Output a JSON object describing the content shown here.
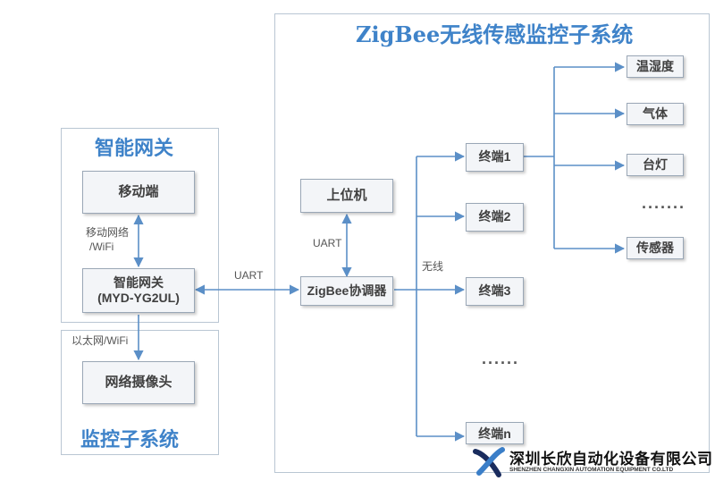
{
  "zigbee_panel": {
    "title": "ZigBee无线传感监控子系统"
  },
  "gateway_panel": {
    "title": "智能网关"
  },
  "monitor_panel": {
    "title": "监控子系统"
  },
  "nodes": {
    "mobile": "移动端",
    "gateway_line1": "智能网关",
    "gateway_line2": "(MYD-YG2UL)",
    "camera": "网络摄像头",
    "host": "上位机",
    "coordinator": "ZigBee协调器",
    "terminal1": "终端1",
    "terminal2": "终端2",
    "terminal3": "终端3",
    "terminaln": "终端n",
    "sensor_temp": "温湿度",
    "sensor_gas": "气体",
    "sensor_lamp": "台灯",
    "sensor_generic": "传感器"
  },
  "labels": {
    "mobile_link_line1": "移动网络",
    "mobile_link_line2": "/WiFi",
    "ethernet_link": "以太网/WiFi",
    "uart_gateway": "UART",
    "uart_host": "UART",
    "wireless": "无线",
    "ellipsis_sensors": "·······",
    "ellipsis_terminals": "······"
  },
  "logo": {
    "company_cn": "深圳长欣自动化设备有限公司",
    "company_en": "SHENZHEN CHANGXIN AUTOMATION EQUIPMENT CO.LTD"
  },
  "colors": {
    "accent": "#3f83c9",
    "arrow": "#5b8fc7",
    "panel_border": "#b9c6d3",
    "node_fill": "#f3f5f8"
  }
}
